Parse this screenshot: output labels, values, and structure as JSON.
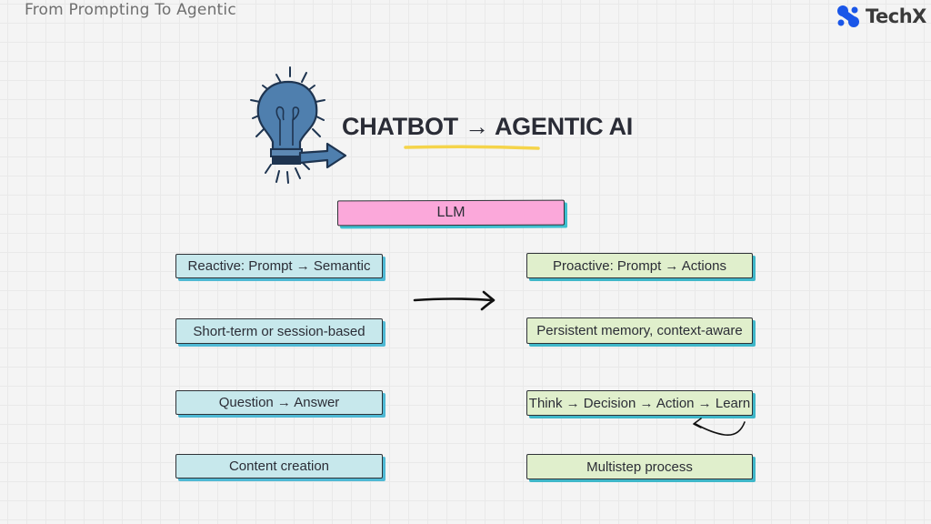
{
  "header": {
    "subtitle": "From Prompting To Agentic",
    "brand": "TechX",
    "brand_color": "#1a56e8"
  },
  "hero": {
    "icon": "lightbulb-arrow-icon",
    "title": "CHATBOT → AGENTIC AI",
    "underline_color": "#f5d44a",
    "icon_color": "#4f7fae"
  },
  "center": {
    "label": "LLM",
    "color": "#fba8da"
  },
  "transition_arrow": "arrow-right-icon",
  "chatbot": {
    "color": "#c7e8ec",
    "items": [
      "Reactive: Prompt → Semantic",
      "Short-term or session-based",
      "Question → Answer",
      "Content creation"
    ]
  },
  "agentic": {
    "color": "#e0efcc",
    "items": [
      "Proactive: Prompt → Actions",
      "Persistent memory, context-aware",
      "Think → Decision → Action → Learn",
      "Multistep process"
    ],
    "loop_arrow": "loop-back-arrow-icon"
  }
}
